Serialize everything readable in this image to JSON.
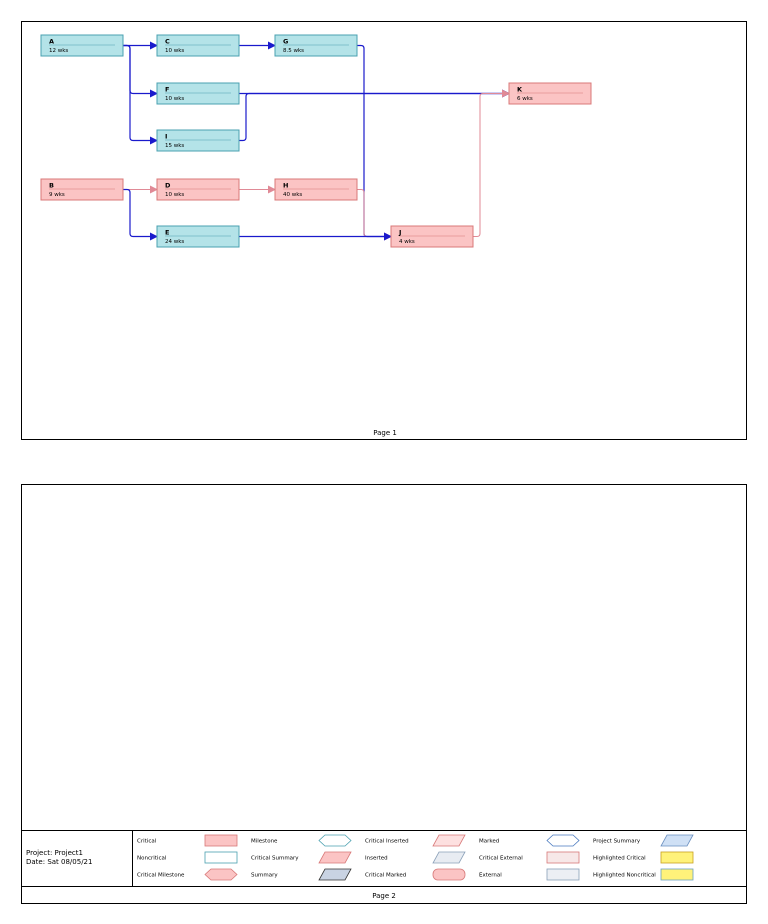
{
  "page1": {
    "label": "Page 1",
    "tasks": [
      {
        "id": "A",
        "duration": "12 wks",
        "critical": false
      },
      {
        "id": "C",
        "duration": "10 wks",
        "critical": false
      },
      {
        "id": "G",
        "duration": "8.5 wks",
        "critical": false
      },
      {
        "id": "F",
        "duration": "10 wks",
        "critical": false
      },
      {
        "id": "I",
        "duration": "15 wks",
        "critical": false
      },
      {
        "id": "K",
        "duration": "6 wks",
        "critical": true
      },
      {
        "id": "B",
        "duration": "9 wks",
        "critical": true
      },
      {
        "id": "D",
        "duration": "10 wks",
        "critical": true
      },
      {
        "id": "H",
        "duration": "40 wks",
        "critical": true
      },
      {
        "id": "E",
        "duration": "24 wks",
        "critical": false
      },
      {
        "id": "J",
        "duration": "4 wks",
        "critical": true
      }
    ],
    "links": [
      {
        "from": "A",
        "to": "C",
        "critical": false
      },
      {
        "from": "A",
        "to": "F",
        "critical": false
      },
      {
        "from": "A",
        "to": "I",
        "critical": false
      },
      {
        "from": "C",
        "to": "G",
        "critical": false
      },
      {
        "from": "G",
        "to": "J",
        "critical": false
      },
      {
        "from": "F",
        "to": "K",
        "critical": false
      },
      {
        "from": "I",
        "to": "K",
        "critical": false
      },
      {
        "from": "B",
        "to": "D",
        "critical": true
      },
      {
        "from": "B",
        "to": "E",
        "critical": false
      },
      {
        "from": "D",
        "to": "H",
        "critical": true
      },
      {
        "from": "H",
        "to": "J",
        "critical": true
      },
      {
        "from": "E",
        "to": "J",
        "critical": false
      },
      {
        "from": "J",
        "to": "K",
        "critical": true
      }
    ],
    "colors": {
      "noncritical_fill": "#b4e3e8",
      "noncritical_stroke": "#4aa0b0",
      "critical_fill": "#fbc4c4",
      "critical_stroke": "#d87878",
      "noncritical_link": "#1a1acc",
      "critical_link": "#e08a96"
    }
  },
  "page2": {
    "label": "Page 2",
    "project_line": "Project: Project1",
    "date_line": "Date: Sat 08/05/21",
    "legend": [
      {
        "label": "Critical",
        "shape": "rect",
        "fill": "#fbc4c4",
        "stroke": "#d87878"
      },
      {
        "label": "Noncritical",
        "shape": "rect",
        "fill": "#ffffff",
        "stroke": "#4aa0b0"
      },
      {
        "label": "Critical Milestone",
        "shape": "hexagon",
        "fill": "#fbc4c4",
        "stroke": "#d87878"
      },
      {
        "label": "Milestone",
        "shape": "hexagon",
        "fill": "#ffffff",
        "stroke": "#4aa0b0"
      },
      {
        "label": "Critical Summary",
        "shape": "parallelogram",
        "fill": "#fbc4c4",
        "stroke": "#d87878"
      },
      {
        "label": "Summary",
        "shape": "parallelogram",
        "fill": "#c9d3e3",
        "stroke": "#333333"
      },
      {
        "label": "Critical Inserted",
        "shape": "parallelogram",
        "fill": "#fde0e0",
        "stroke": "#d87878"
      },
      {
        "label": "Inserted",
        "shape": "parallelogram",
        "fill": "#e8ecf2",
        "stroke": "#8aa0b8"
      },
      {
        "label": "Critical Marked",
        "shape": "rounded",
        "fill": "#fbc4c4",
        "stroke": "#d87878"
      },
      {
        "label": "Marked",
        "shape": "hexagon",
        "fill": "#ffffff",
        "stroke": "#4a7ac0"
      },
      {
        "label": "Critical External",
        "shape": "rect",
        "fill": "#f7e8e8",
        "stroke": "#d87878"
      },
      {
        "label": "External",
        "shape": "rect",
        "fill": "#eceff4",
        "stroke": "#8aa0b8"
      },
      {
        "label": "Project Summary",
        "shape": "parallelogram",
        "fill": "#cfe0f5",
        "stroke": "#6a8fc0"
      },
      {
        "label": "Highlighted Critical",
        "shape": "rect",
        "fill": "#fff27a",
        "stroke": "#c8a020"
      },
      {
        "label": "Highlighted Noncritical",
        "shape": "rect",
        "fill": "#fff27a",
        "stroke": "#6aa0c0"
      }
    ]
  }
}
